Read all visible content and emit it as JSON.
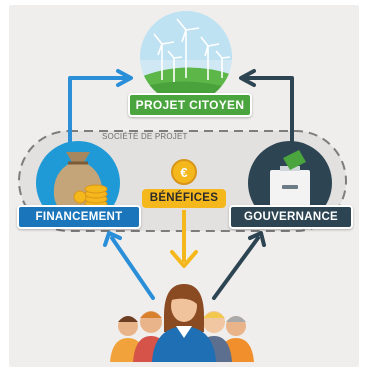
{
  "nodes": {
    "projet": "PROJET CITOYEN",
    "financement": "FINANCEMENT",
    "gouvernance": "GOUVERNANCE",
    "benefices": "BÉNÉFICES"
  },
  "group_label": "SOCIÉTÉ DE PROJET",
  "coin_symbol": "€",
  "colors": {
    "projet": "#4aa53e",
    "financement": "#1b75bb",
    "gouvernance": "#2d4452",
    "benefices": "#f4b81c",
    "arrow_blue": "#2a8fd8",
    "arrow_dark": "#2d4452"
  },
  "icons": [
    "wind-turbine-icon",
    "money-bag-icon",
    "ballot-box-icon",
    "euro-coin-icon",
    "citizens-group-icon"
  ]
}
